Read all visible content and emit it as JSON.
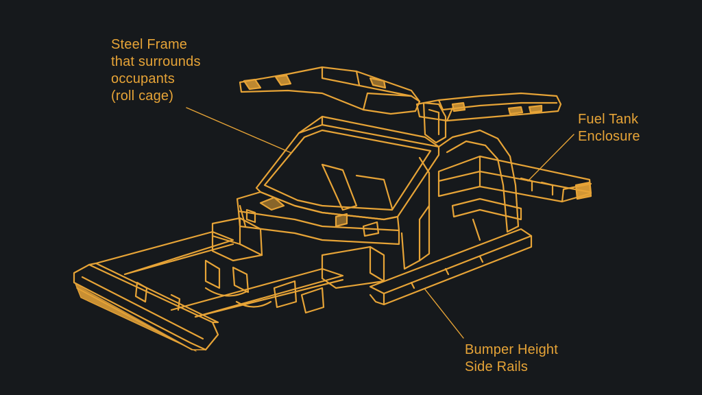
{
  "colors": {
    "background": "#16191c",
    "line": "#e7a437"
  },
  "callouts": {
    "roll_cage": {
      "lines": [
        "Steel Frame",
        "that surrounds",
        "occupants",
        "(roll cage)"
      ]
    },
    "fuel_tank": {
      "lines": [
        "Fuel Tank",
        "Enclosure"
      ]
    },
    "side_rails": {
      "lines": [
        "Bumper Height",
        "Side Rails"
      ]
    }
  }
}
